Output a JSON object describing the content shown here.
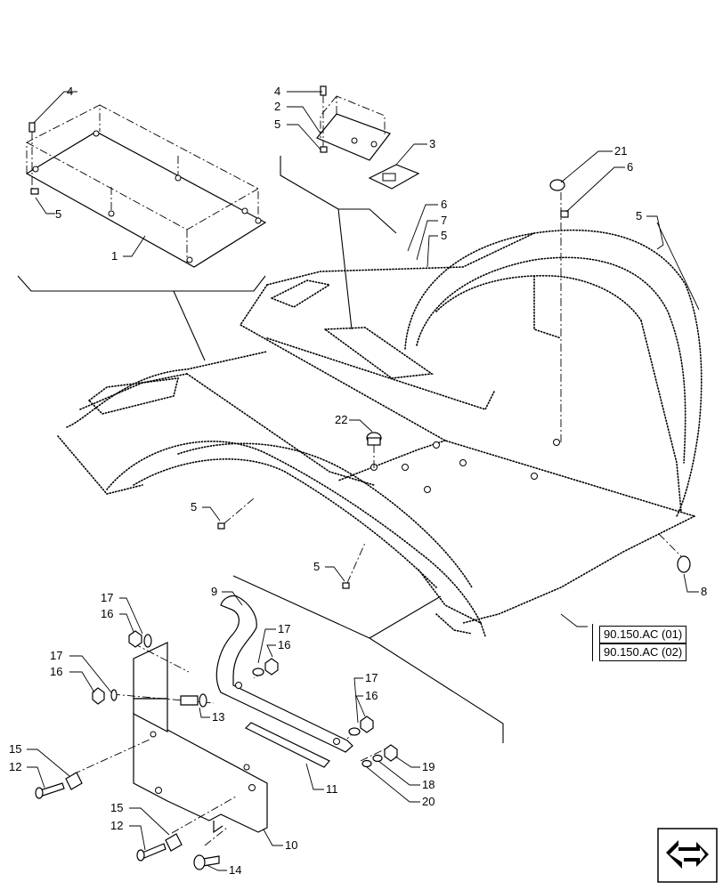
{
  "callouts": {
    "c1": "1",
    "c2": "2",
    "c3": "3",
    "c4a": "4",
    "c4b": "4",
    "c5a": "5",
    "c5b": "5",
    "c5c": "5",
    "c5d": "5",
    "c5e": "5",
    "c5f": "5",
    "c6a": "6",
    "c6b": "6",
    "c7": "7",
    "c8": "8",
    "c9": "9",
    "c10": "10",
    "c11": "11",
    "c12a": "12",
    "c12b": "12",
    "c13": "13",
    "c14": "14",
    "c15a": "15",
    "c15b": "15",
    "c16a": "16",
    "c16b": "16",
    "c16c": "16",
    "c16d": "16",
    "c17a": "17",
    "c17b": "17",
    "c17c": "17",
    "c17d": "17",
    "c18": "18",
    "c19": "19",
    "c20": "20",
    "c21": "21",
    "c22": "22"
  },
  "references": [
    "90.150.AC (01)",
    "90.150.AC (02)"
  ],
  "icons": {
    "nav": "next-page-arrow-icon"
  }
}
